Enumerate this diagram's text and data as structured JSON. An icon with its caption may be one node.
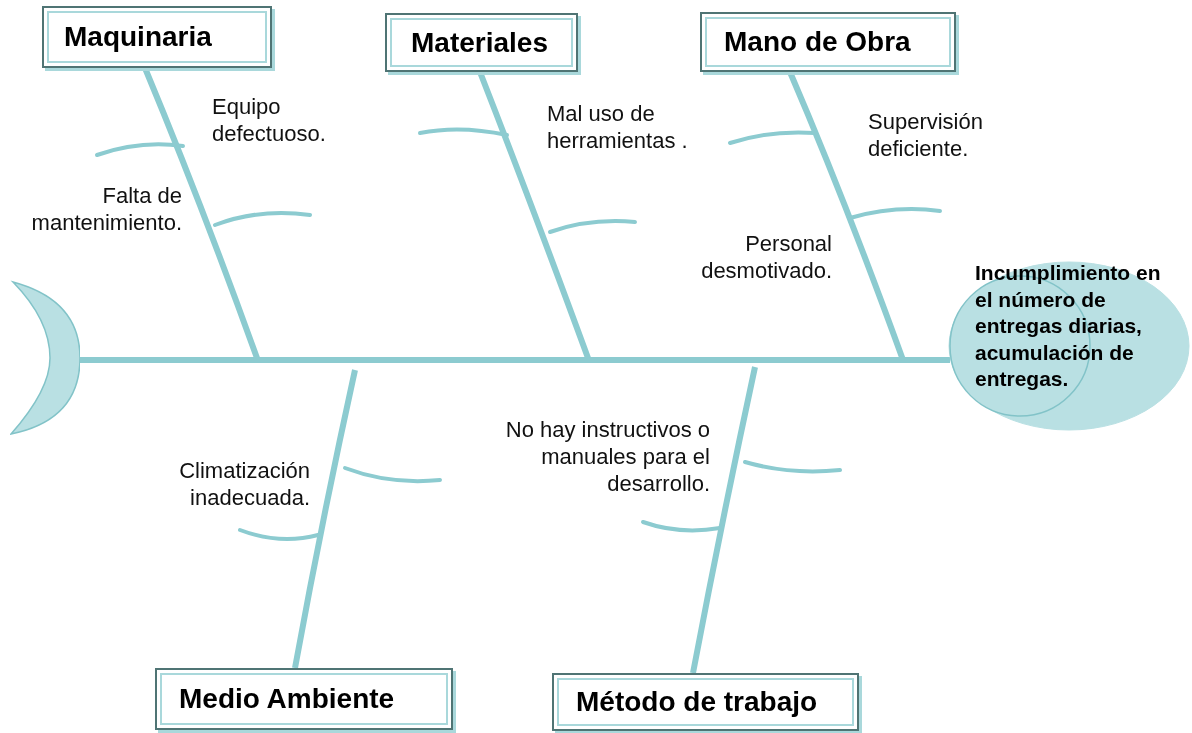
{
  "diagram": {
    "nodes": [
      {
        "text": [
          "Maquinaria"
        ]
      },
      {
        "text": [
          "Materiales"
        ]
      },
      {
        "text": [
          "Mano de Obra"
        ]
      },
      {
        "text": [],
        "shape": "crescent"
      },
      {
        "text": [
          "Incumplimiento en el número de entregas diarias, acumulación de entregas."
        ]
      },
      {
        "text": [
          "Medio Ambiente"
        ]
      },
      {
        "text": [
          "Método de trabajo"
        ]
      }
    ],
    "edges": [
      {
        "from": 3,
        "to": 4,
        "arrow": "none"
      },
      {
        "from": 0,
        "to": null,
        "arrow": "none"
      },
      {
        "from": 1,
        "to": null,
        "arrow": "none"
      },
      {
        "from": 2,
        "to": null,
        "arrow": "none"
      },
      {
        "from": 5,
        "to": null,
        "arrow": "none"
      },
      {
        "from": 6,
        "to": null,
        "arrow": "none"
      }
    ],
    "labels": [
      "Equipo defectuoso.",
      "Mal uso de herramientas .",
      "Supervisión deficiente.",
      "Falta de mantenimiento.",
      "Personal desmotivado.",
      "No hay instructivos o manuales para el desarrollo.",
      "Climatización inadecuada."
    ]
  }
}
